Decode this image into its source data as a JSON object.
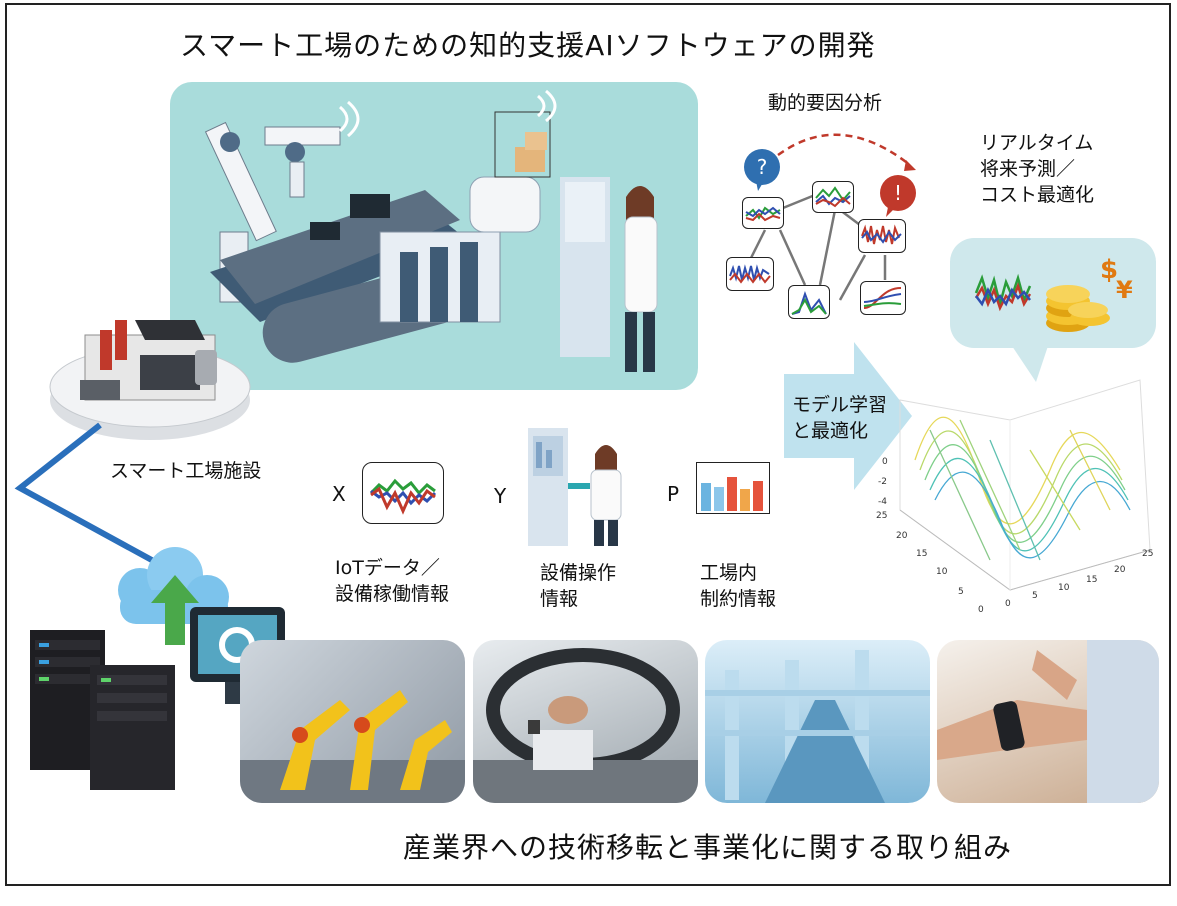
{
  "title": "スマート工場のための知的支援AIソフトウェアの開発",
  "bottom_title": "産業界への技術移転と事業化に関する取り組み",
  "facility_label": "スマート工場施設",
  "dynamic_analysis_label": "動的要因分析",
  "realtime_label": [
    "リアルタイム",
    "将来予測／",
    "コスト最適化"
  ],
  "model_label": [
    "モデル学習",
    "と最適化"
  ],
  "inputs": [
    {
      "letter": "X",
      "lines": [
        "IoTデータ／",
        "設備稼働情報"
      ]
    },
    {
      "letter": "Y",
      "lines": [
        "設備操作",
        "情報"
      ]
    },
    {
      "letter": "P",
      "lines": [
        "工場内",
        "制約情報"
      ]
    }
  ],
  "question_mark": "?",
  "exclamation_mark": "!",
  "currency": [
    "$",
    "¥"
  ],
  "surface_axes": {
    "z_ticks": [
      "0",
      "-2",
      "-4"
    ],
    "y_ticks": [
      "25",
      "20",
      "15",
      "10",
      "5",
      "0"
    ],
    "x_ticks": [
      "0",
      "5",
      "10",
      "15",
      "20",
      "25"
    ]
  },
  "colors": {
    "teal_panel": "#a9dcdb",
    "bubble": "#cfe8ec",
    "arrow": "#bfe2ee",
    "accent_red": "#c0392b",
    "accent_blue": "#2f6fb0"
  }
}
